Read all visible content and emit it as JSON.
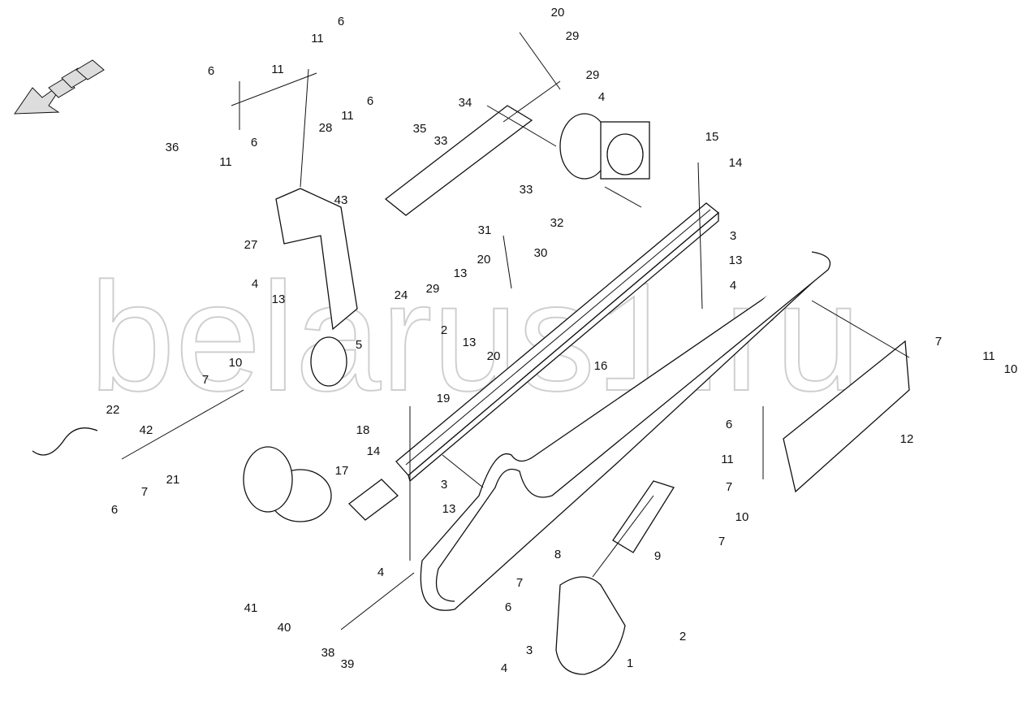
{
  "watermark": "belarus1.ru",
  "callouts": [
    "20",
    "29",
    "29",
    "4",
    "34",
    "6",
    "11",
    "6",
    "11",
    "36",
    "28",
    "11",
    "6",
    "35",
    "33",
    "6",
    "11",
    "43",
    "33",
    "32",
    "31",
    "27",
    "20",
    "13",
    "29",
    "30",
    "15",
    "14",
    "3",
    "13",
    "4",
    "4",
    "13",
    "24",
    "5",
    "2",
    "13",
    "20",
    "16",
    "10",
    "7",
    "19",
    "18",
    "14",
    "22",
    "42",
    "21",
    "7",
    "6",
    "17",
    "3",
    "13",
    "4",
    "8",
    "9",
    "7",
    "10",
    "12",
    "7",
    "11",
    "10",
    "6",
    "11",
    "7",
    "41",
    "40",
    "38",
    "39",
    "7",
    "6",
    "3",
    "4",
    "1",
    "2"
  ]
}
